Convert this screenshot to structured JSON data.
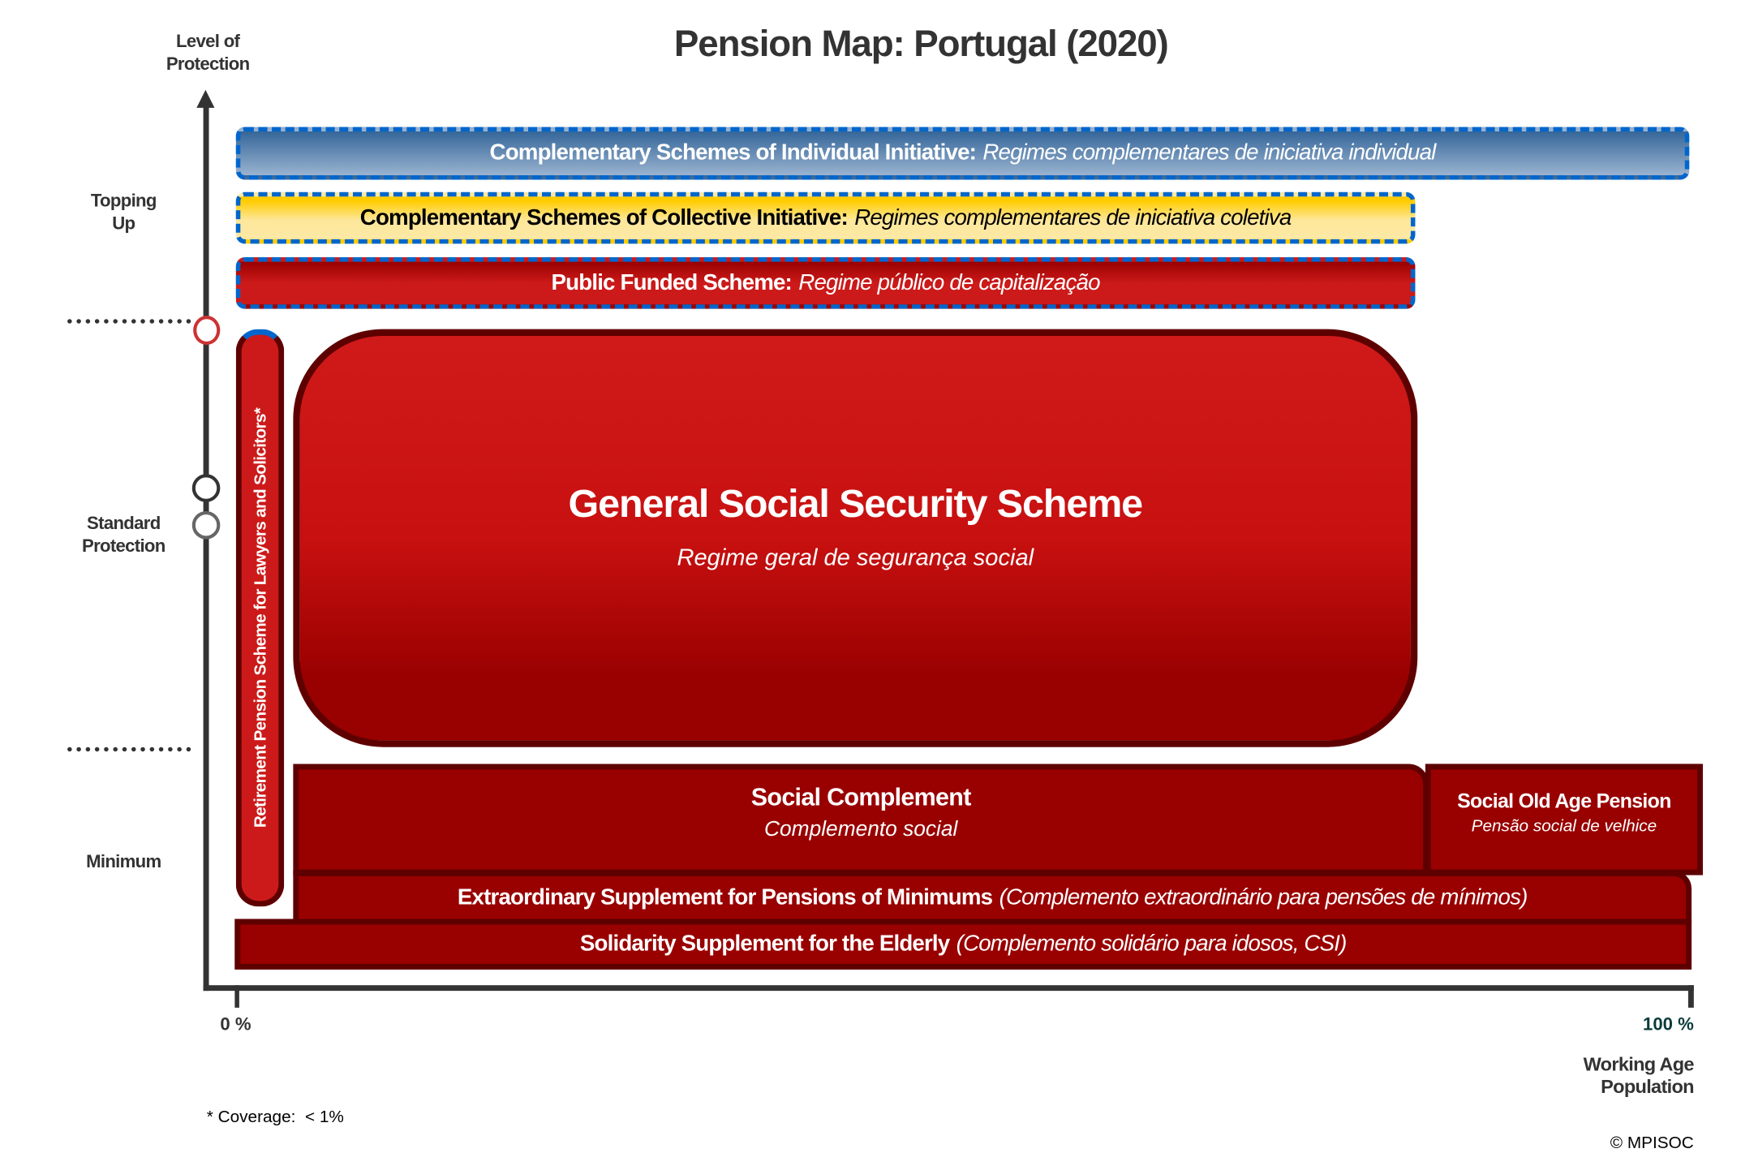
{
  "title": "Pension Map: Portugal (2020)",
  "y_axis": {
    "label_line1": "Level of",
    "label_line2": "Protection",
    "levels": [
      {
        "line1": "Topping",
        "line2": "Up"
      },
      {
        "line1": "Standard",
        "line2": "Protection"
      },
      {
        "line1": "Minimum",
        "line2": ""
      }
    ]
  },
  "x_axis": {
    "start": "0 %",
    "end": "100 %",
    "label_line1": "Working Age",
    "label_line2": "Population"
  },
  "schemes": {
    "individual": {
      "name": "Complementary Schemes of Individual Initiative:",
      "local": "Regimes complementares de iniciativa individual"
    },
    "collective": {
      "name": "Complementary Schemes of Collective Initiative:",
      "local": "Regimes complementares de iniciativa coletiva"
    },
    "public_funded": {
      "name": "Public Funded Scheme:",
      "local": "Regime público de capitalização"
    },
    "lawyers": {
      "name": "Retirement Pension Scheme for Lawyers and Solicitors*"
    },
    "general": {
      "name": "General Social Security Scheme",
      "local": "Regime geral de segurança social"
    },
    "social_complement": {
      "name": "Social Complement",
      "local": "Complemento social"
    },
    "social_old_age": {
      "name": "Social Old Age Pension",
      "local": "Pensão social de velhice"
    },
    "extraordinary": {
      "name": "Extraordinary Supplement for Pensions of Minimums",
      "local": "(Complemento extraordinário para pensões de mínimos)"
    },
    "solidarity": {
      "name": "Solidarity Supplement for the Elderly",
      "local": "(Complemento solidário para idosos, CSI)"
    }
  },
  "footnote": "* Coverage:  < 1%",
  "copyright": "© MPISOC",
  "colors": {
    "red": "#990000",
    "border": "#5e0000",
    "dash": "#0066cc",
    "axis": "#333333"
  }
}
